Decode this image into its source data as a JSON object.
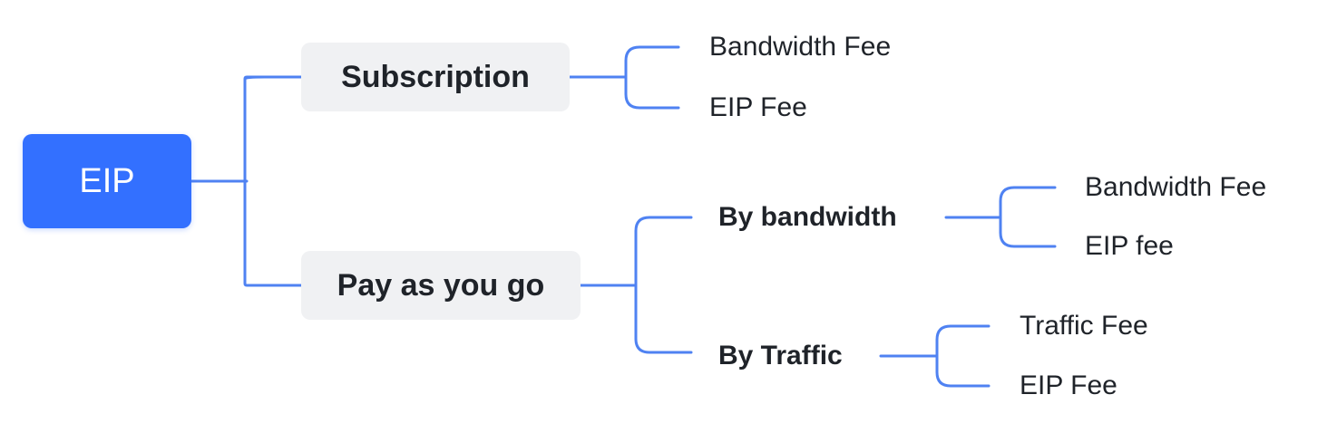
{
  "colors": {
    "root_bg": "#3370ff",
    "branch_bg": "#f0f1f3",
    "connector": "#4f82f2",
    "text": "#1f2329",
    "root_text": "#ffffff"
  },
  "root": {
    "label": "EIP"
  },
  "subscription": {
    "label": "Subscription",
    "leaves": [
      "Bandwidth Fee",
      "EIP Fee"
    ]
  },
  "payg": {
    "label": "Pay as you go",
    "by_bandwidth": {
      "label": "By bandwidth",
      "leaves": [
        "Bandwidth Fee",
        "EIP fee"
      ]
    },
    "by_traffic": {
      "label": "By Traffic",
      "leaves": [
        "Traffic Fee",
        "EIP Fee"
      ]
    }
  }
}
